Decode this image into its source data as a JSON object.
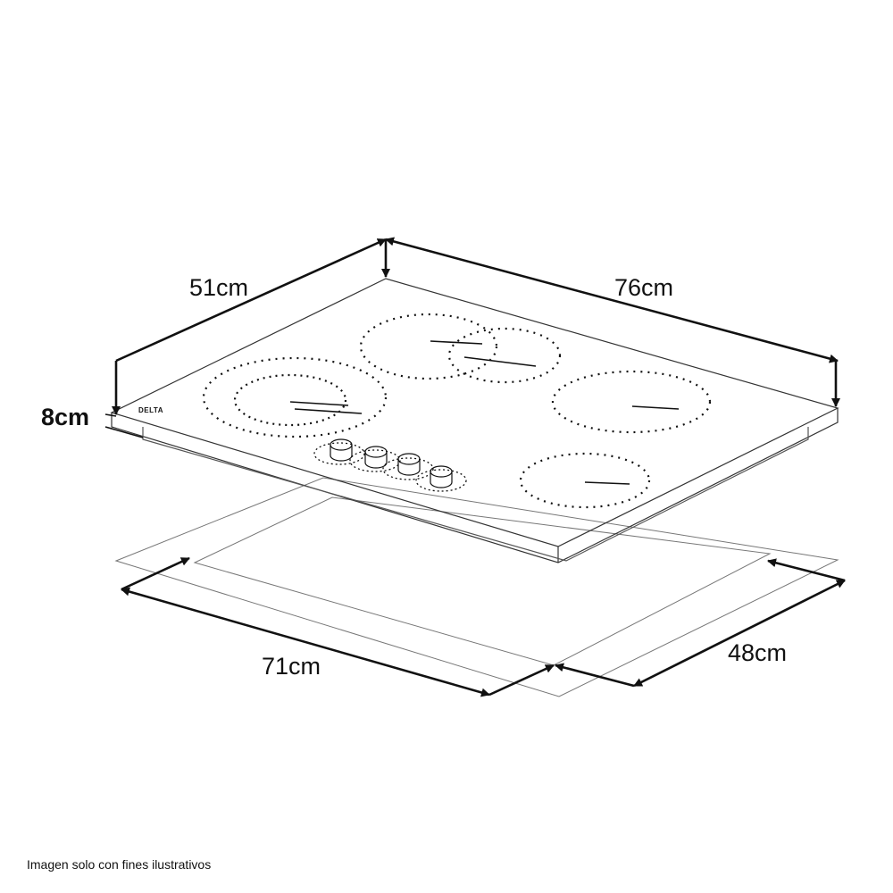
{
  "figure": {
    "dimensions": {
      "depth_top": "51cm",
      "width_top": "76cm",
      "height": "8cm",
      "cutout_width": "71cm",
      "cutout_depth": "48cm"
    },
    "brand": "DELTA",
    "footnote": "Imagen solo con fines ilustrativos"
  },
  "colors": {
    "line": "#111111",
    "panel_edge": "#777777",
    "background": "#ffffff"
  }
}
